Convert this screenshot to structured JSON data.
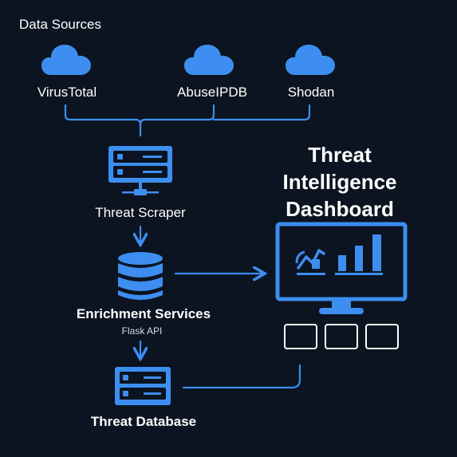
{
  "data_sources": {
    "title": "Data Sources",
    "items": [
      {
        "label": "VirusTotal",
        "icon": "cloud-icon"
      },
      {
        "label": "AbuseIPDB",
        "icon": "cloud-icon"
      },
      {
        "label": "Shodan",
        "icon": "cloud-icon"
      }
    ]
  },
  "scraper": {
    "label": "Threat Scraper",
    "icon": "server-icon"
  },
  "enrichment": {
    "label": "Enrichment Services",
    "sublabel": "Flask API",
    "icon": "database-icon"
  },
  "database": {
    "label": "Threat Database",
    "icon": "server-icon"
  },
  "dashboard": {
    "title": "Threat Intelligence Dashboard",
    "icon": "monitor-icon",
    "panels": 3
  },
  "colors": {
    "background": "#0b1420",
    "accent": "#3d8ef0",
    "text": "#ffffff"
  }
}
